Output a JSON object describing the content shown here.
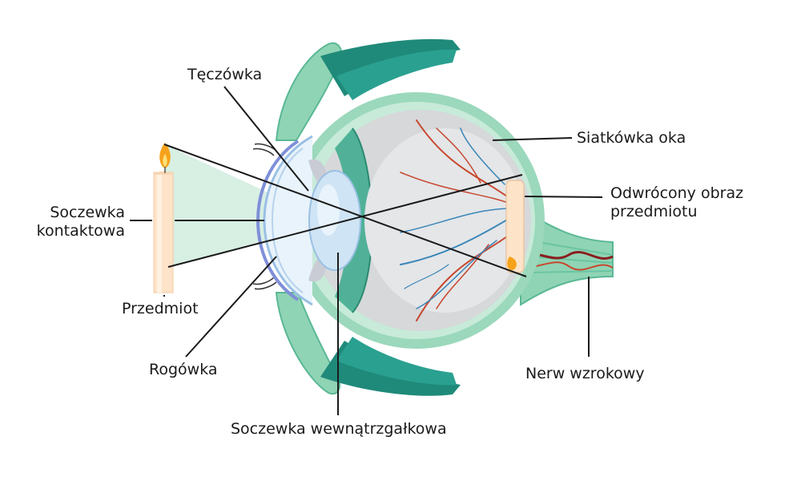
{
  "labels": {
    "iris": "Tęczówka",
    "retina": "Siatkówka oka",
    "inverted_image": [
      "Odwrócony obraz",
      "przedmiotu"
    ],
    "contact_lens": [
      "Soczewka",
      "kontaktowa"
    ],
    "object": "Przedmiot",
    "cornea": "Rogówka",
    "optic_nerve": "Nerw wzrokowy",
    "intraocular_lens": "Soczewka wewnątrzgałkowa"
  },
  "colors": {
    "sclera_green": "#8fd4b4",
    "muscle_teal": "#1f8a7a",
    "vitreous_gray": "#d6d8da",
    "lens_blue": "#cfe4f4",
    "artery_red": "#c8472e",
    "vein_blue": "#3a86b8",
    "candle": "#fde3c8",
    "flame": "#f6a21a"
  }
}
